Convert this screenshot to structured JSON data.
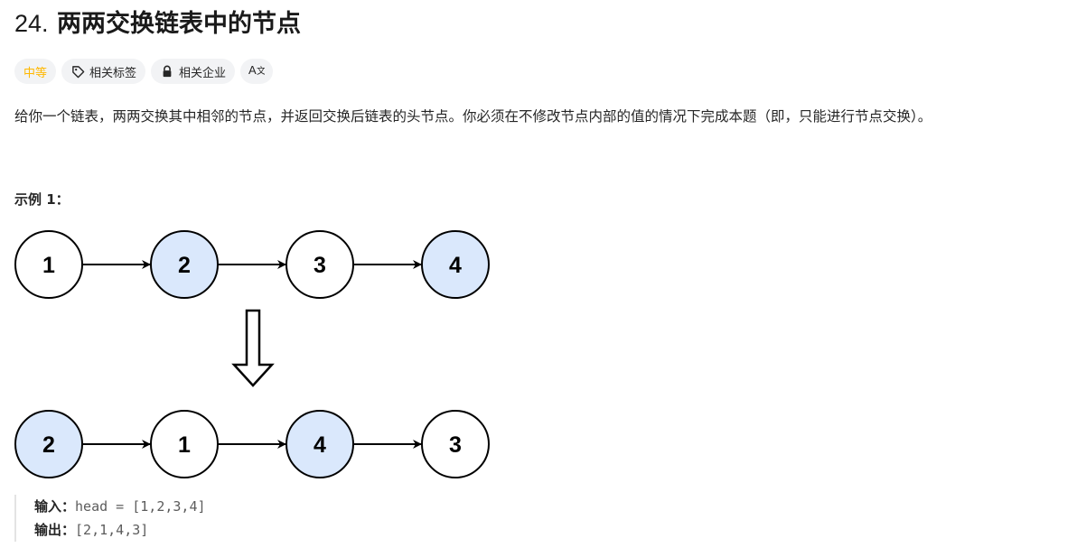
{
  "problem": {
    "number": "24.",
    "title": "两两交换链表中的节点"
  },
  "tags": {
    "difficulty": "中等",
    "related_tags": "相关标签",
    "related_companies": "相关企业",
    "translate_icon": "translate-icon"
  },
  "description": "给你一个链表，两两交换其中相邻的节点，并返回交换后链表的头节点。你必须在不修改节点内部的值的情况下完成本题（即，只能进行节点交换）。",
  "example": {
    "title": "示例 1：",
    "before_nodes": [
      "1",
      "2",
      "3",
      "4"
    ],
    "before_highlight": [
      false,
      true,
      false,
      true
    ],
    "after_nodes": [
      "2",
      "1",
      "4",
      "3"
    ],
    "after_highlight": [
      true,
      false,
      true,
      false
    ],
    "input_label": "输入：",
    "input_value": "head = [1,2,3,4]",
    "output_label": "输出：",
    "output_value": "[2,1,4,3]"
  },
  "colors": {
    "highlight_fill": "#dae8fc",
    "difficulty": "#ffb800"
  }
}
